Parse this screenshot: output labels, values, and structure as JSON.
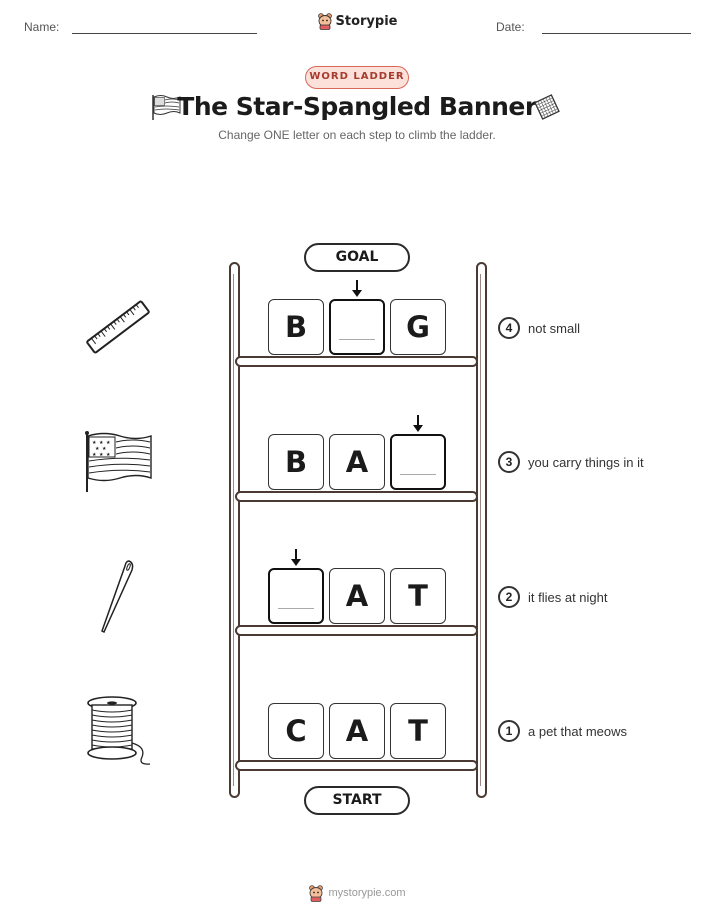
{
  "header": {
    "name_label": "Name:",
    "date_label": "Date:",
    "brand": "Storypie"
  },
  "badge": "WORD LADDER",
  "title": "The Star-Spangled Banner",
  "subtitle": "Change ONE letter on each step to climb the ladder.",
  "goal_label": "GOAL",
  "start_label": "START",
  "steps": [
    {
      "number": "4",
      "clue": "not small",
      "letters": [
        "B",
        "",
        "G"
      ],
      "blank_index": 1,
      "picture": "ruler-icon"
    },
    {
      "number": "3",
      "clue": "you carry things in it",
      "letters": [
        "B",
        "A",
        ""
      ],
      "blank_index": 2,
      "picture": "flag-icon"
    },
    {
      "number": "2",
      "clue": "it flies at night",
      "letters": [
        "",
        "A",
        "T"
      ],
      "blank_index": 0,
      "picture": "needle-icon"
    },
    {
      "number": "1",
      "clue": "a pet that meows",
      "letters": [
        "C",
        "A",
        "T"
      ],
      "blank_index": null,
      "picture": "thread-spool-icon"
    }
  ],
  "footer": "mystorypie.com"
}
